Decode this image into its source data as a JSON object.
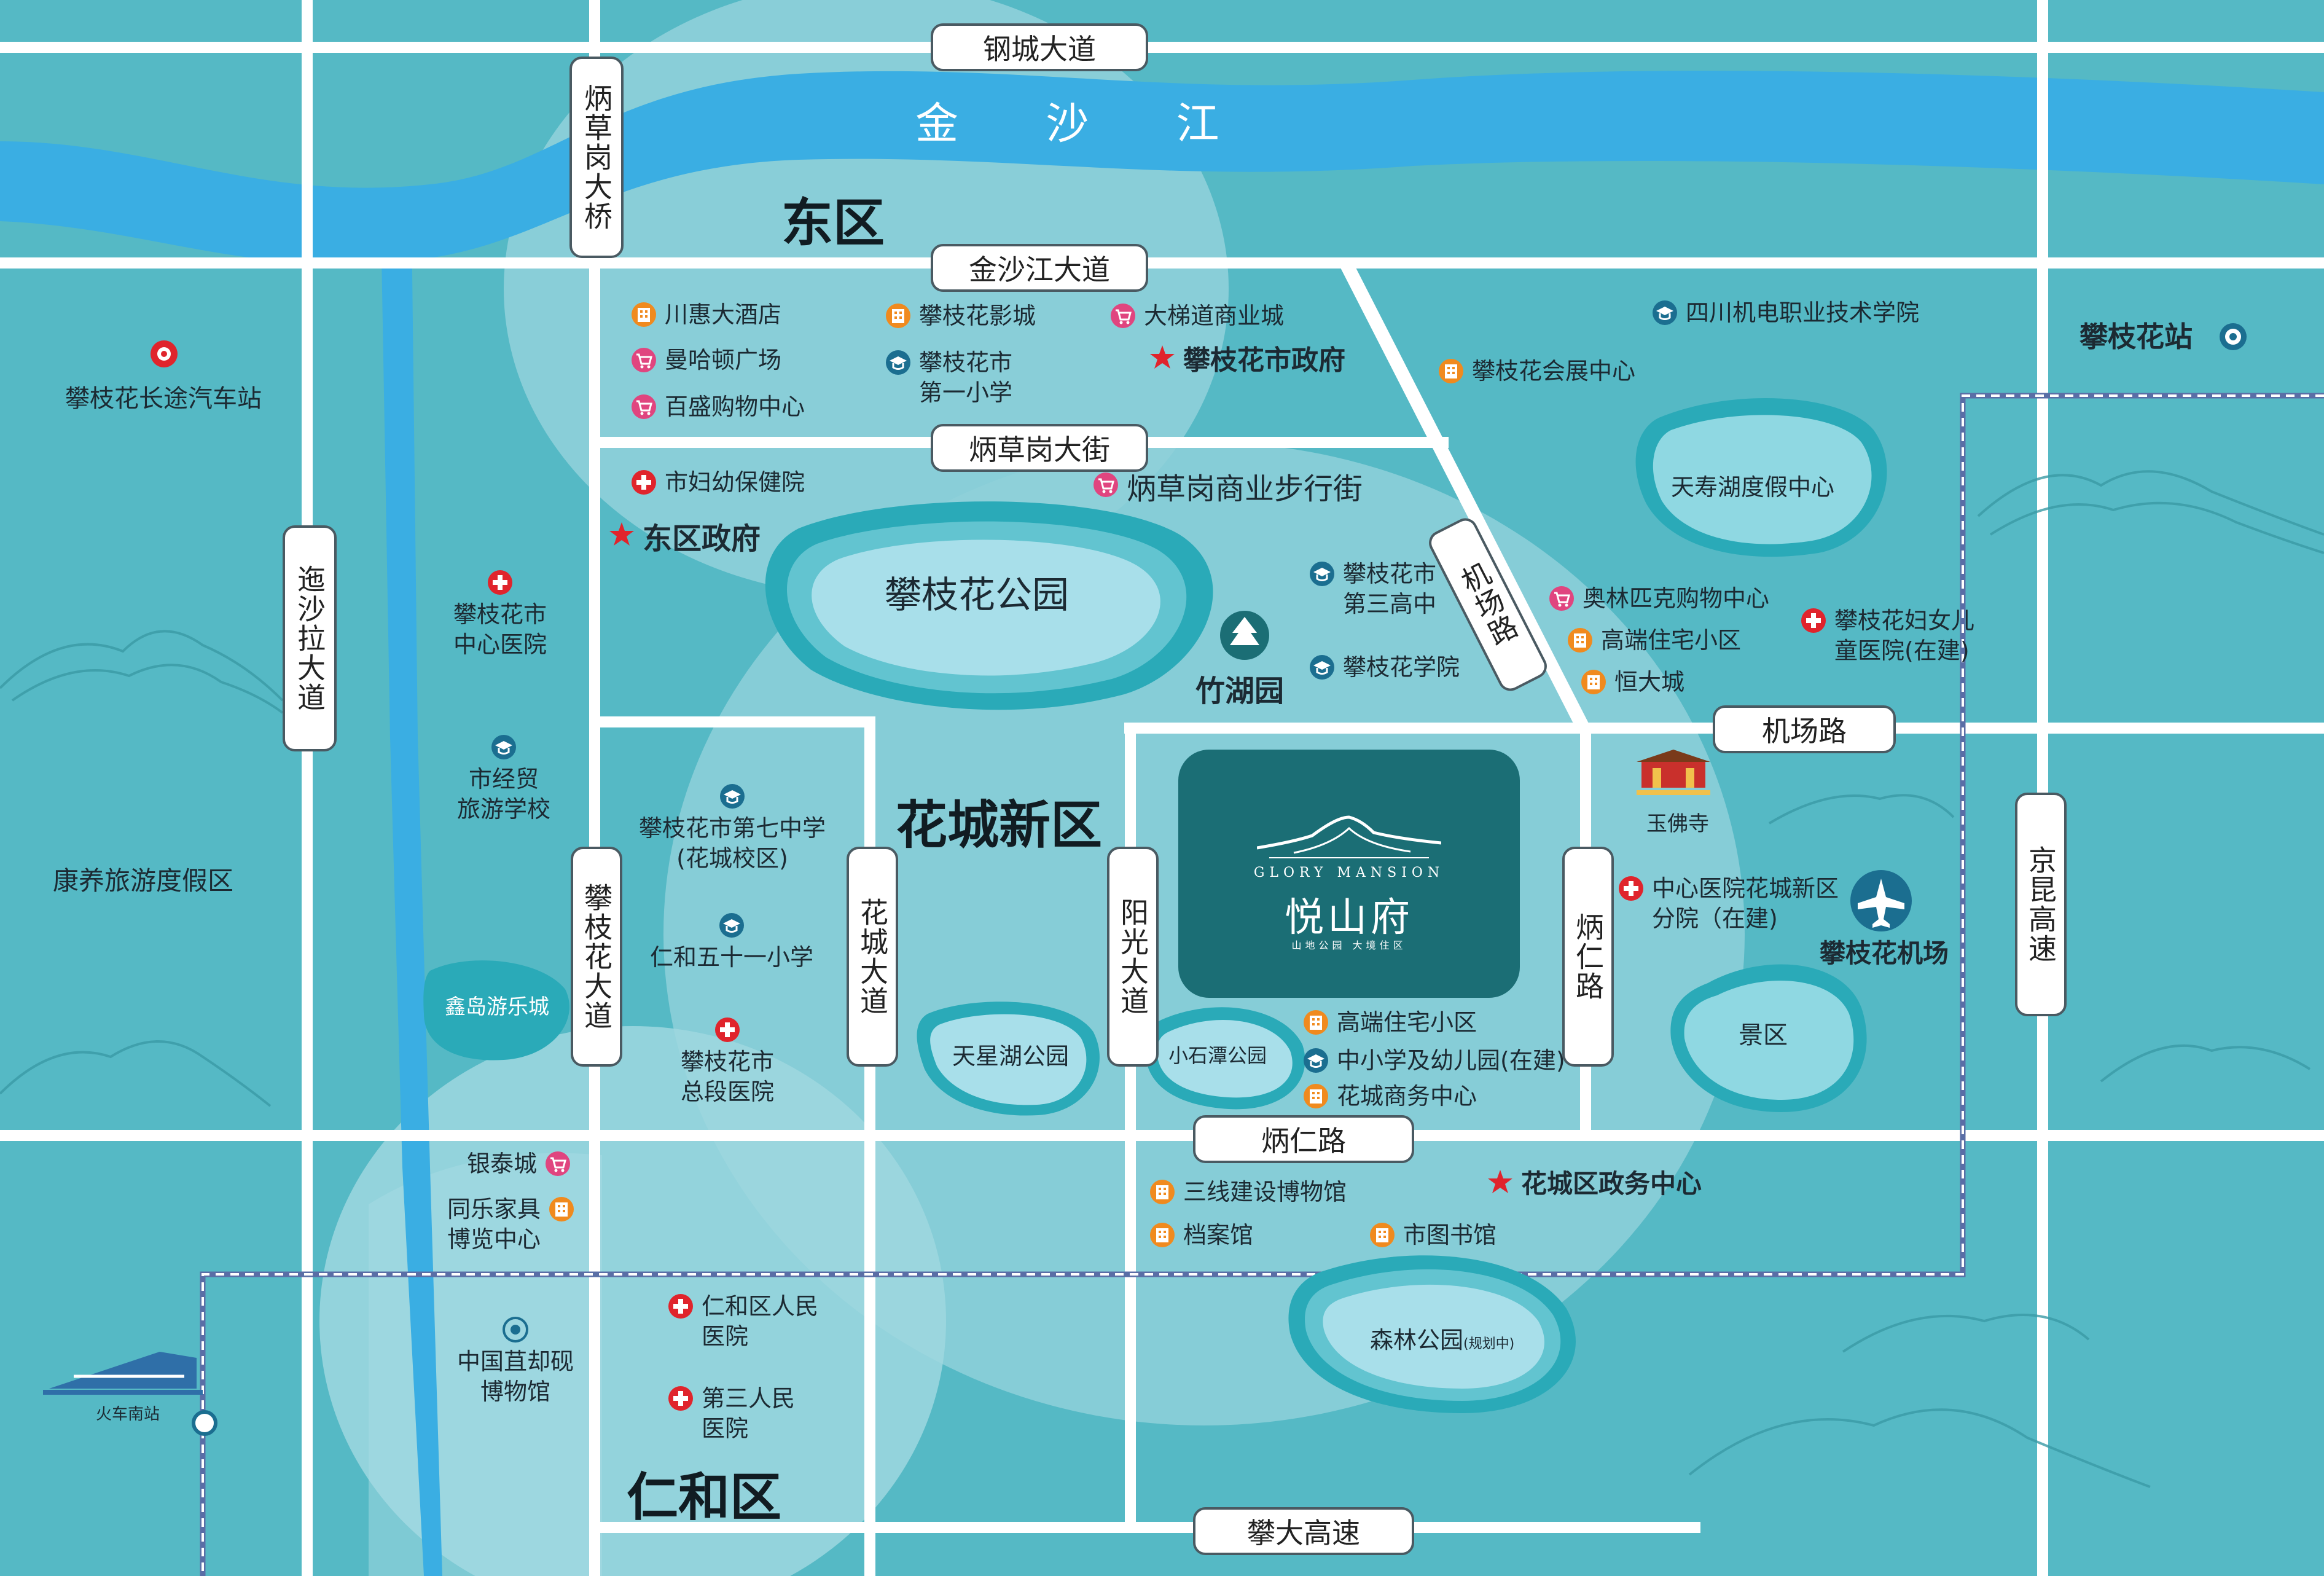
{
  "colors": {
    "background": "#55b9c5",
    "river": "#3aaee3",
    "road": "#ffffff",
    "zone": "#9fd7df",
    "lake_edge": "#2aaab8",
    "lake_center": "#c7ecf4",
    "project_box": "#1b6e75",
    "poi_orange": "#f08a1e",
    "poi_pink": "#e0457f",
    "poi_blue": "#1b6e90",
    "poi_red": "#e0242c",
    "railway": "#5a6ea6"
  },
  "river": {
    "name": "金 沙 江"
  },
  "roads": {
    "gangcheng": "钢城大道",
    "jinshajiang": "金沙江大道",
    "bingcaogang_street": "炳草岗大街",
    "bingcaogang_bridge": "炳草岗大桥",
    "yishala": "迤沙拉大道",
    "panzhihua_avenue": "攀枝花大道",
    "huacheng_avenue": "花城大道",
    "yangguang_avenue": "阳光大道",
    "bingren_road_v": "炳仁路",
    "bingren_road_h": "炳仁路",
    "airport_road_v": "机场路",
    "airport_road_h": "机场路",
    "jingkun": "京昆高速",
    "panda": "攀大高速"
  },
  "districts": {
    "east": "东区",
    "huacheng": "花城新区",
    "renhe": "仁和区"
  },
  "project": {
    "name_en": "GLORY MANSION",
    "name_cn": "悦山府",
    "slogan": "山地公园 大境住区"
  },
  "parks": {
    "panzhihua_park": "攀枝花公园",
    "tianxing_lake": "天星湖公园",
    "xiaoshitan": "小石潭公园",
    "forest_park": "森林公园",
    "forest_park_note": "(规划中)",
    "tianshou_lake": "天寿湖度假中心",
    "scenic": "景区",
    "xindao": "鑫岛游乐城",
    "zhuhu": "竹湖园"
  },
  "areas": {
    "kangyang": "康养旅游度假区"
  },
  "transport": {
    "bus_station": "攀枝花长途汽车站",
    "train_station": "攀枝花站",
    "airport": "攀枝花机场",
    "south_station": "火车南站"
  },
  "landmarks": {
    "yufo_temple": "玉佛寺"
  },
  "pois": [
    {
      "key": "chuanhui",
      "type": "orange",
      "text": "川惠大酒店"
    },
    {
      "key": "manhattan",
      "type": "pink",
      "text": "曼哈顿广场"
    },
    {
      "key": "baisheng",
      "type": "pink",
      "text": "百盛购物中心"
    },
    {
      "key": "cinema",
      "type": "orange",
      "text": "攀枝花影城"
    },
    {
      "key": "primary1",
      "type": "blue",
      "text": "攀枝花市\n第一小学"
    },
    {
      "key": "datidao",
      "type": "pink",
      "text": "大梯道商业城"
    },
    {
      "key": "city_gov",
      "type": "star",
      "text": "攀枝花市政府"
    },
    {
      "key": "sichuan_college",
      "type": "blue",
      "text": "四川机电职业技术学院"
    },
    {
      "key": "expo_center",
      "type": "orange",
      "text": "攀枝花会展中心"
    },
    {
      "key": "maternal",
      "type": "red",
      "text": "市妇幼保健院"
    },
    {
      "key": "walking_street",
      "type": "pink",
      "text": "炳草岗商业步行街"
    },
    {
      "key": "east_gov",
      "type": "star",
      "text": "东区政府"
    },
    {
      "key": "high3",
      "type": "blue",
      "text": "攀枝花市\n第三高中"
    },
    {
      "key": "college",
      "type": "blue",
      "text": "攀枝花学院"
    },
    {
      "key": "olympic_mall",
      "type": "pink",
      "text": "奥林匹克购物中心"
    },
    {
      "key": "luxury1",
      "type": "orange",
      "text": "高端住宅小区"
    },
    {
      "key": "evergrande",
      "type": "orange",
      "text": "恒大城"
    },
    {
      "key": "women_children",
      "type": "red",
      "text": "攀枝花妇女儿\n童医院(在建)"
    },
    {
      "key": "central_hospital",
      "type": "red",
      "text": "攀枝花市\n中心医院"
    },
    {
      "key": "trade_school",
      "type": "blue",
      "text": "市经贸\n旅游学校"
    },
    {
      "key": "middle7",
      "type": "blue",
      "text": "攀枝花市第七中学\n(花城校区)"
    },
    {
      "key": "renhe51",
      "type": "blue",
      "text": "仁和五十一小学"
    },
    {
      "key": "general_hospital",
      "type": "red",
      "text": "攀枝花市\n总段医院"
    },
    {
      "key": "central_branch",
      "type": "red",
      "text": "中心医院花城新区\n分院（在建)"
    },
    {
      "key": "luxury2",
      "type": "orange",
      "text": "高端住宅小区"
    },
    {
      "key": "school_kinder",
      "type": "blue",
      "text": "中小学及幼儿园(在建)"
    },
    {
      "key": "huacheng_business",
      "type": "orange",
      "text": "花城商务中心"
    },
    {
      "key": "yintai",
      "type": "pink",
      "text": "银泰城"
    },
    {
      "key": "tongle",
      "type": "orange",
      "text": "同乐家具\n博览中心"
    },
    {
      "key": "sanxian",
      "type": "orange",
      "text": "三线建设博物馆"
    },
    {
      "key": "archives",
      "type": "orange",
      "text": "档案馆"
    },
    {
      "key": "library",
      "type": "orange",
      "text": "市图书馆"
    },
    {
      "key": "huacheng_gov",
      "type": "star",
      "text": "花城区政务中心"
    },
    {
      "key": "renhe_hospital",
      "type": "red",
      "text": "仁和区人民\n医院"
    },
    {
      "key": "third_hospital",
      "type": "red",
      "text": "第三人民\n医院"
    },
    {
      "key": "inkstone",
      "type": "target",
      "text": "中国苴却砚\n博物馆"
    }
  ]
}
